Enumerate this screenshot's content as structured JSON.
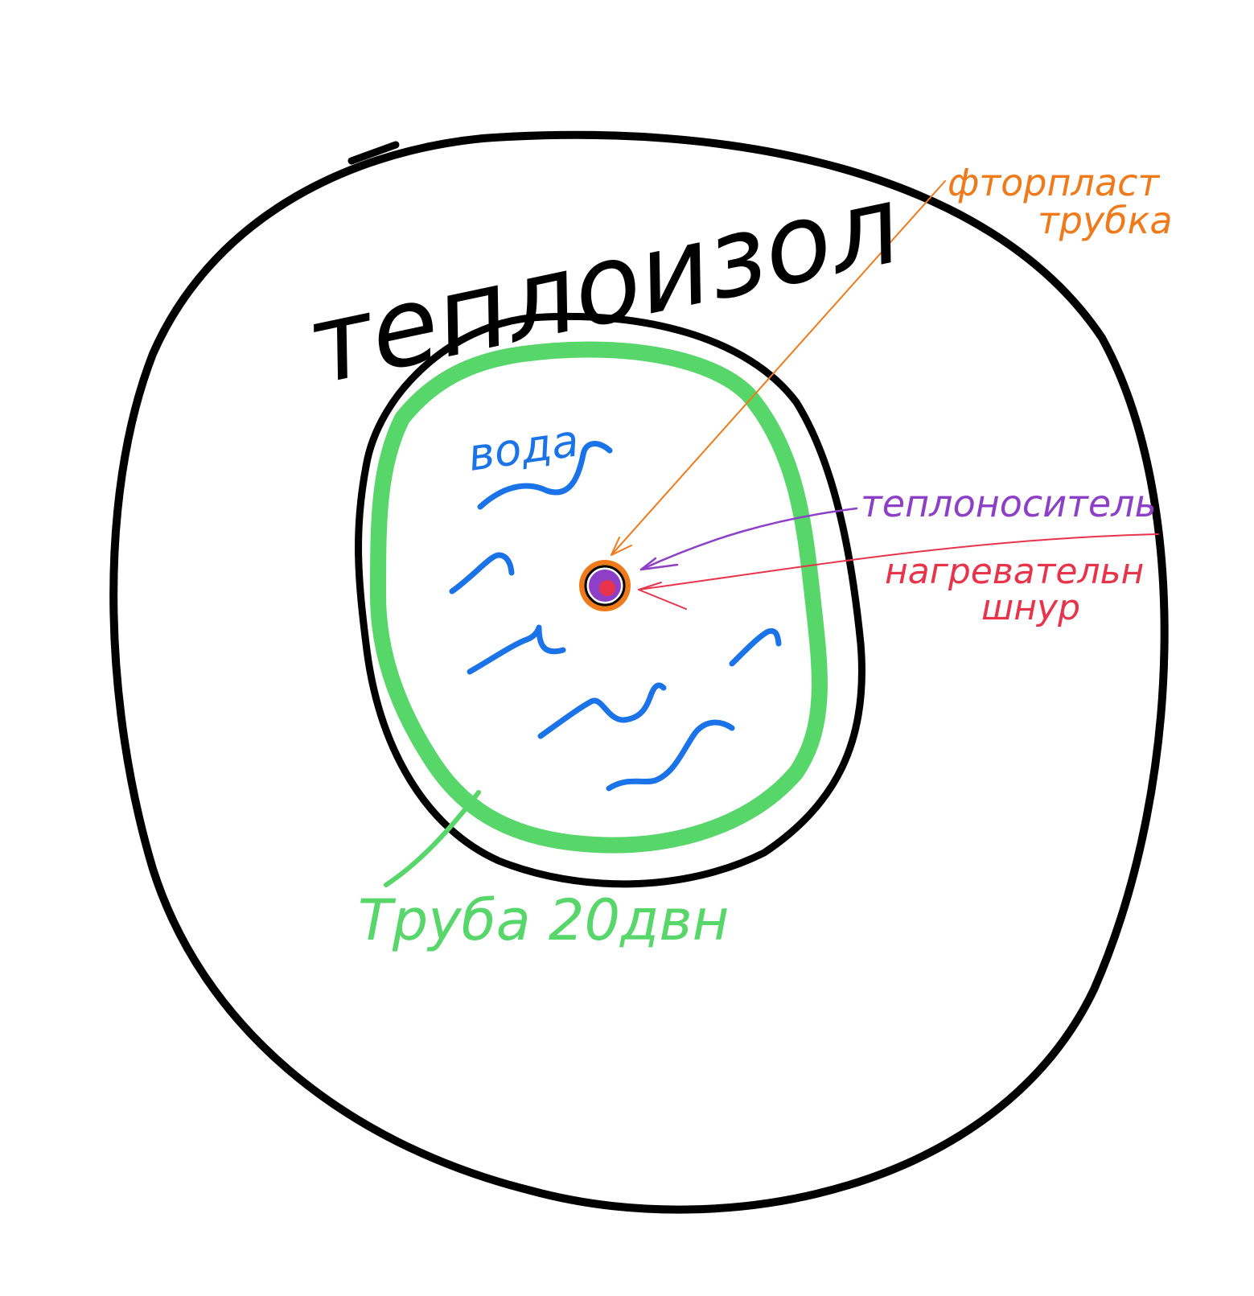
{
  "diagram": {
    "labels": {
      "insulation": "теплоизол",
      "water": "вода",
      "fluoroplastic_tube": [
        "фторпласт",
        "трубка"
      ],
      "heat_carrier": "теплоноситель",
      "heating_cord": [
        "нагревательн",
        "шнур"
      ],
      "pipe": "Труба 20двн"
    },
    "colors": {
      "outline": "#000000",
      "pipe": "#57d66a",
      "water": "#1a73e8",
      "fluoroplastic": "#f07a1a",
      "heat_carrier": "#8e3fc8",
      "heating_cord": "#e8334a"
    }
  }
}
